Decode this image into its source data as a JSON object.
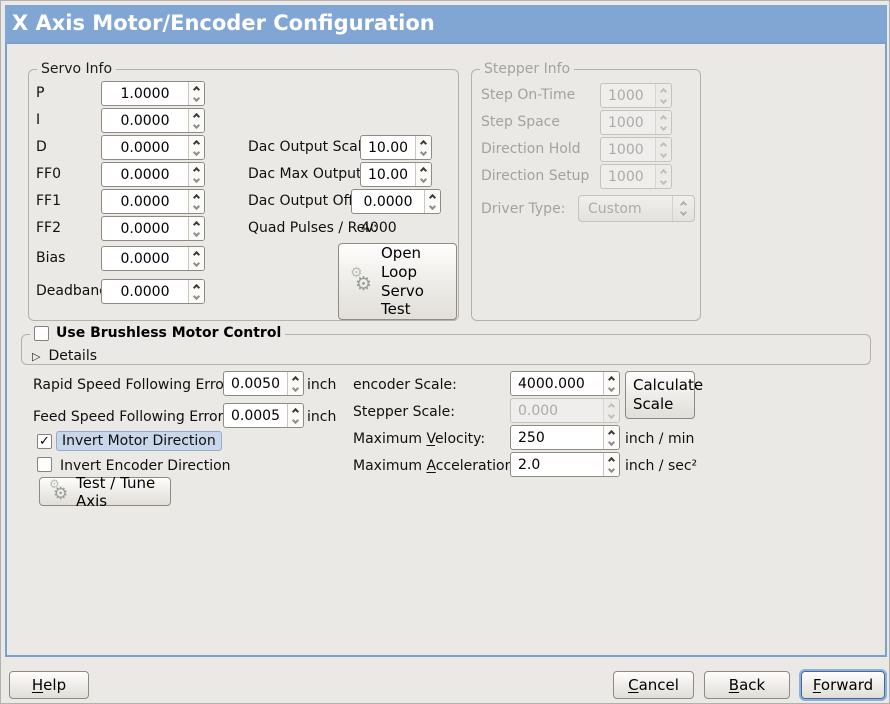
{
  "window": {
    "title": "X Axis Motor/Encoder Configuration"
  },
  "icons": {
    "gear": "⚙",
    "check": "✓",
    "expander": "▷"
  },
  "colors": {
    "titlebar": "#82a6d4",
    "content_border": "#7d9fcc",
    "focus_highlight": "#c9d7ea"
  },
  "servo_info": {
    "legend": "Servo Info",
    "rows": [
      {
        "label": "P",
        "value": "1.0000"
      },
      {
        "label": "I",
        "value": "0.0000"
      },
      {
        "label": "D",
        "value": "0.0000"
      },
      {
        "label": "FF0",
        "value": "0.0000"
      },
      {
        "label": "FF1",
        "value": "0.0000"
      },
      {
        "label": "FF2",
        "value": "0.0000"
      },
      {
        "label": "Bias",
        "value": "0.0000"
      },
      {
        "label": "Deadband",
        "value": "0.0000"
      }
    ],
    "dac": [
      {
        "label": "Dac Output Scale:",
        "value": "10.00"
      },
      {
        "label": "Dac Max Output:",
        "value": "10.00"
      },
      {
        "label": "Dac Output Offset:",
        "value": "0.0000"
      }
    ],
    "quad_label": "Quad Pulses / Rev:",
    "quad_value": "4000",
    "open_loop_button": "Open\nLoop\nServo\nTest"
  },
  "stepper_info": {
    "legend": "Stepper Info",
    "rows": [
      {
        "label": "Step On-Time",
        "value": "1000"
      },
      {
        "label": "Step Space",
        "value": "1000"
      },
      {
        "label": "Direction Hold",
        "value": "1000"
      },
      {
        "label": "Direction Setup",
        "value": "1000"
      }
    ],
    "driver_label": "Driver Type:",
    "driver_value": "Custom"
  },
  "brushless": {
    "checkbox_label": "Use Brushless Motor Control",
    "details_label": "Details"
  },
  "following": {
    "rapid_label": "Rapid Speed Following Error:",
    "rapid_value": "0.0050",
    "rapid_unit": "inch",
    "feed_label": "Feed Speed Following Error:",
    "feed_value": "0.0005",
    "feed_unit": "inch"
  },
  "scale": {
    "encoder_label": "encoder Scale:",
    "encoder_value": "4000.000",
    "stepper_label": "Stepper Scale:",
    "stepper_value": "0.000",
    "calculate_button": "Calculate\nScale",
    "velocity_label": {
      "pre": "Maximum ",
      "key": "V",
      "post": "elocity:"
    },
    "velocity_value": "250",
    "velocity_unit": "inch / min",
    "accel_label": {
      "pre": "Maximum ",
      "key": "A",
      "post": "cceleration:"
    },
    "accel_value": "2.0",
    "accel_unit": "inch / sec²"
  },
  "direction": {
    "invert_motor_label": "Invert Motor Direction",
    "invert_encoder_label": "Invert Encoder Direction",
    "test_tune_button": "Test / Tune Axis"
  },
  "footer": {
    "help": {
      "key": "H",
      "post": "elp"
    },
    "cancel": {
      "key": "C",
      "post": "ancel"
    },
    "back": {
      "key": "B",
      "post": "ack"
    },
    "forward": {
      "key": "F",
      "post": "orward"
    }
  }
}
